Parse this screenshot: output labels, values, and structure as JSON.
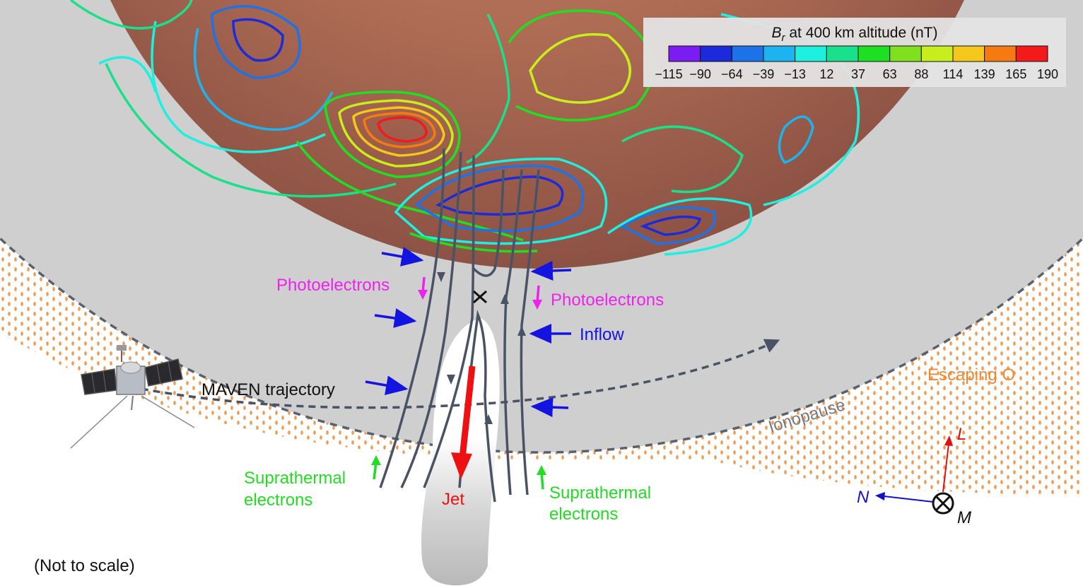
{
  "colorbar": {
    "title_main": "B",
    "title_sub": "r",
    "title_rest": " at 400 km altitude (nT)",
    "ticks": [
      "−115",
      "−90",
      "−64",
      "−39",
      "−13",
      "12",
      "37",
      "63",
      "88",
      "114",
      "139",
      "165",
      "190"
    ],
    "colors": [
      "#7b1cf2",
      "#1b2bdc",
      "#1d72e8",
      "#1cb3f0",
      "#1df0df",
      "#19e08a",
      "#1ee023",
      "#7fe01d",
      "#c8ee1d",
      "#f5c71a",
      "#f57a12",
      "#f21a1a"
    ]
  },
  "labels": {
    "photoelectrons_left": "Photoelectrons",
    "photoelectrons_right": "Photoelectrons",
    "inflow": "Inflow",
    "maven_trajectory": "MAVEN trajectory",
    "escaping": "Escaping O",
    "ionopause": "Ionopause",
    "jet": "Jet",
    "suprathermal_left_1": "Suprathermal",
    "suprathermal_left_2": "electrons",
    "suprathermal_right_1": "Suprathermal",
    "suprathermal_right_2": "electrons",
    "not_to_scale": "(Not to scale)",
    "axis_L": "L",
    "axis_N": "N",
    "axis_M": "M"
  },
  "colors": {
    "planet": "#b97a60",
    "ionosphere": "#cfcfcf",
    "field_line": "#4a5366",
    "inflow_arrow": "#1414e0",
    "photoelectron": "#ee22ee",
    "suprathermal": "#22dd22",
    "jet": "#ee1111",
    "escaping": "#ee8833",
    "axis_L": "#dd1111",
    "axis_N": "#1111cc"
  }
}
